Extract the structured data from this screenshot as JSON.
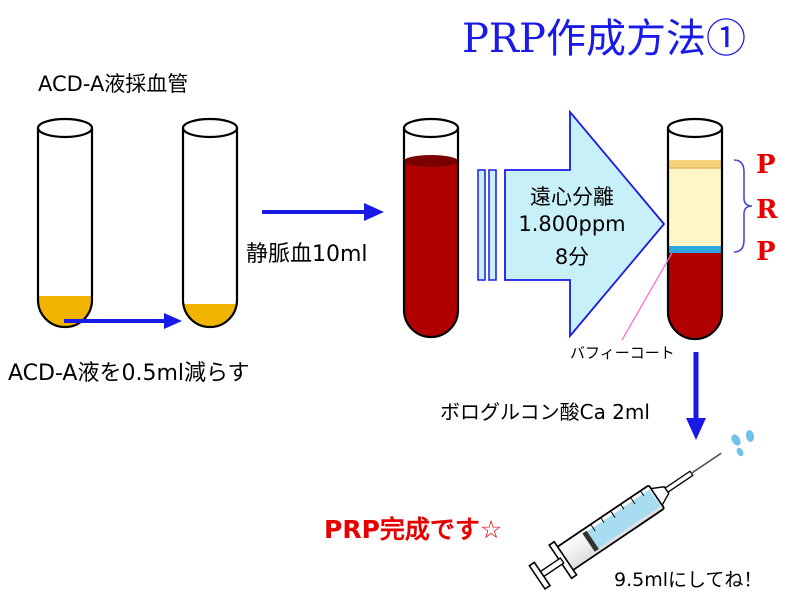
{
  "title": "PRP作成方法①",
  "tube_label": "ACD-A液採血管",
  "step_reduce": "ACD-A液を0.5ml減らす",
  "step_venous": "静脈血10ml",
  "centrifuge": {
    "line1": "遠心分離",
    "line2": "1.800ppm",
    "line3": "8分"
  },
  "prp_letters": [
    "P",
    "R",
    "P"
  ],
  "buffy_coat": "バフィーコート",
  "calcium": "ボログルコン酸Ca 2ml",
  "done": "PRP完成です☆",
  "volume_note": "9.5mlにしてね！",
  "colors": {
    "title_blue": "#1a1ae6",
    "arrow_blue": "#1a1ae6",
    "blood_red": "#b00000",
    "acd_yellow": "#f0b400",
    "plasma_cream": "#fdf6c8",
    "buffy_blue": "#2ea8e0",
    "big_arrow_fill": "#c8f0f8",
    "prp_red": "#e60000"
  }
}
